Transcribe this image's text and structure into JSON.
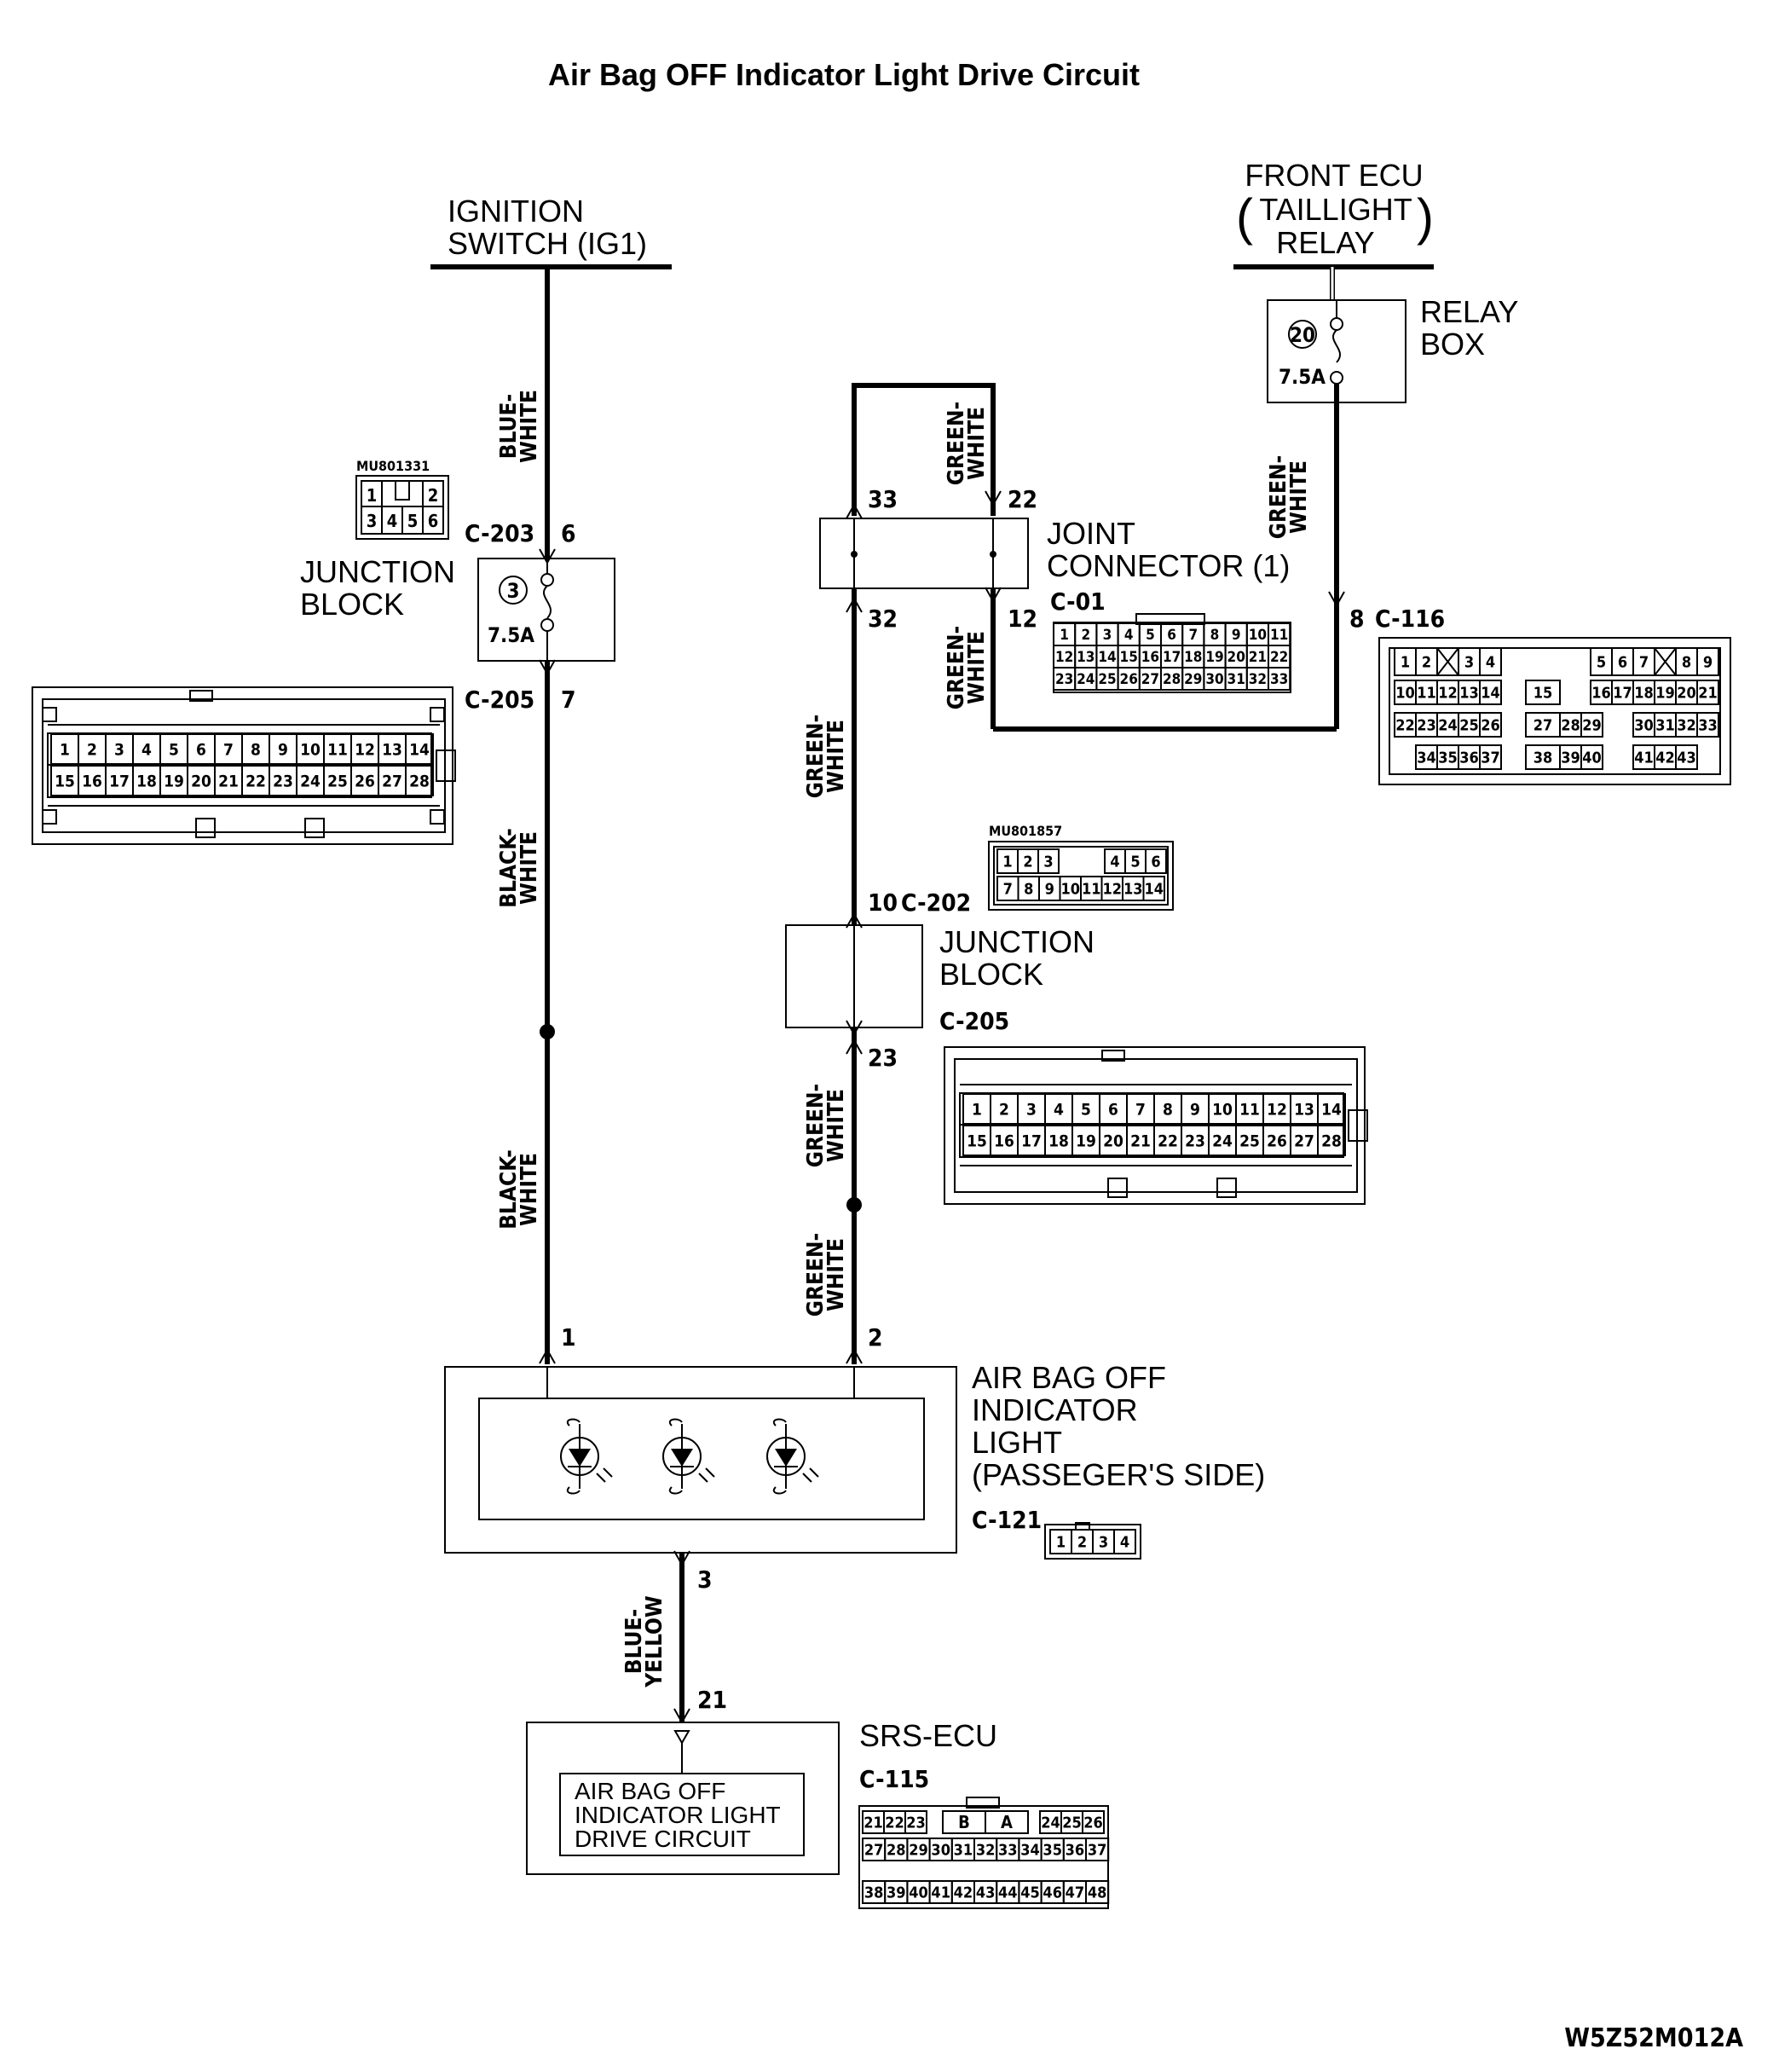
{
  "title": "Air Bag OFF Indicator Light Drive Circuit",
  "drawing_code": "W5Z52M012A",
  "ignition_switch": {
    "line1": "IGNITION",
    "line2": "SWITCH (IG1)"
  },
  "front_ecu": {
    "line1": "FRONT ECU",
    "line2": "TAILLIGHT",
    "line3": "RELAY",
    "paren_open": "(",
    "paren_close": ")"
  },
  "relay_box": {
    "line1": "RELAY",
    "line2": "BOX",
    "fuse_no": "20",
    "fuse_rating": "7.5A",
    "connector": "C-116",
    "pin": "8"
  },
  "junction_block_1": {
    "line1": "JUNCTION",
    "line2": "BLOCK",
    "fuse_no": "3",
    "fuse_rating": "7.5A",
    "connector_in": "C-203",
    "pin_in": "6",
    "connector_out": "C-205",
    "pin_out": "7",
    "part_no": "MU801331"
  },
  "joint_connector": {
    "line1": "JOINT",
    "line2": "CONNECTOR (1)",
    "connector": "C-01",
    "pins": {
      "top_left": "33",
      "top_right": "22",
      "bottom_left": "32",
      "bottom_right": "12"
    }
  },
  "junction_block_2": {
    "line1": "JUNCTION",
    "line2": "BLOCK",
    "connector_in": "C-202",
    "pin_in": "10",
    "connector_out": "C-205",
    "pin_out": "23",
    "part_no": "MU801857"
  },
  "indicator": {
    "line1": "AIR BAG OFF",
    "line2": "INDICATOR",
    "line3": "LIGHT",
    "line4": "(PASSEGER'S SIDE)",
    "connector": "C-121",
    "pin_left": "1",
    "pin_right": "2",
    "pin_bottom": "3"
  },
  "srs_ecu": {
    "label": "SRS-ECU",
    "connector": "C-115",
    "pin": "21",
    "inner1": "AIR BAG OFF",
    "inner2": "INDICATOR LIGHT",
    "inner3": "DRIVE CIRCUIT"
  },
  "wire_colors": {
    "blue_white": [
      "BLUE-",
      "WHITE"
    ],
    "black_white": [
      "BLACK-",
      "WHITE"
    ],
    "green_white": [
      "GREEN-",
      "WHITE"
    ],
    "blue_yellow": [
      "BLUE-",
      "YELLOW"
    ]
  },
  "connector_faces": {
    "mu801331": {
      "row1": [
        "1",
        "",
        "2"
      ],
      "row2": [
        "3",
        "4",
        "5",
        "6"
      ]
    },
    "c205": {
      "row1": [
        "1",
        "2",
        "3",
        "4",
        "5",
        "6",
        "7",
        "8",
        "9",
        "10",
        "11",
        "12",
        "13",
        "14"
      ],
      "row2": [
        "15",
        "16",
        "17",
        "18",
        "19",
        "20",
        "21",
        "22",
        "23",
        "24",
        "25",
        "26",
        "27",
        "28"
      ]
    },
    "c01": {
      "row1": [
        "1",
        "2",
        "3",
        "4",
        "5",
        "6",
        "7",
        "8",
        "9",
        "10",
        "11"
      ],
      "row2": [
        "12",
        "13",
        "14",
        "15",
        "16",
        "17",
        "18",
        "19",
        "20",
        "21",
        "22"
      ],
      "row3": [
        "23",
        "24",
        "25",
        "26",
        "27",
        "28",
        "29",
        "30",
        "31",
        "32",
        "33"
      ]
    },
    "c116": {
      "row1": [
        "1",
        "2",
        "X",
        "3",
        "4",
        "",
        "5",
        "6",
        "7",
        "X",
        "8",
        "9"
      ],
      "row2": [
        "10",
        "11",
        "12",
        "13",
        "14",
        "15",
        "16",
        "17",
        "18",
        "19",
        "20",
        "21"
      ],
      "row3": [
        "22",
        "23",
        "24",
        "25",
        "26",
        "27",
        "28",
        "29",
        "30",
        "31",
        "32",
        "33"
      ],
      "row4": [
        "34",
        "35",
        "36",
        "37",
        "38",
        "39",
        "40",
        "41",
        "42",
        "43"
      ]
    },
    "mu801857": {
      "row1": [
        "1",
        "2",
        "3",
        "",
        "4",
        "5",
        "6"
      ],
      "row2": [
        "7",
        "8",
        "9",
        "10",
        "11",
        "12",
        "13",
        "14"
      ]
    },
    "c121": {
      "row1": [
        "1",
        "2",
        "3",
        "4"
      ]
    },
    "c115": {
      "row1": [
        "21",
        "22",
        "23",
        "B",
        "A",
        "24",
        "25",
        "26"
      ],
      "row2": [
        "27",
        "28",
        "29",
        "30",
        "31",
        "32",
        "33",
        "34",
        "35",
        "36",
        "37"
      ],
      "row3": [
        "38",
        "39",
        "40",
        "41",
        "42",
        "43",
        "44",
        "45",
        "46",
        "47",
        "48"
      ]
    }
  }
}
